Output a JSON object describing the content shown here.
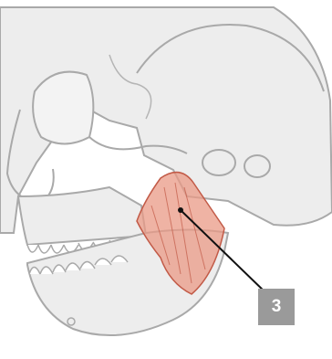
{
  "diagram": {
    "callout": {
      "number": "3",
      "badge_color": "#9a9a9a"
    },
    "colors": {
      "background": "#ffffff",
      "bone_fill": "#ededed",
      "bone_outline": "#a9a9a9",
      "muscle_fill": "#e99a86",
      "muscle_stroke": "#c25a47",
      "leader_line": "#111111"
    },
    "icons": {
      "skull": "skull-illustration",
      "muscle": "muscle-highlight"
    }
  }
}
